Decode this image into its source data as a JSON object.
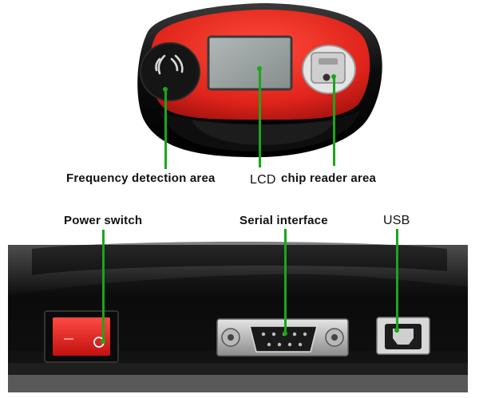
{
  "labels": {
    "frequency": "Frequency detection area",
    "lcd": "LCD",
    "chip": "chip reader area",
    "power": "Power switch",
    "serial": "Serial interface",
    "usb": "USB"
  },
  "colors": {
    "device_red": "#e0241b",
    "device_black": "#141414",
    "lcd_gray": "#9aa2a2",
    "callout_green": "#1aa71a",
    "switch_red": "#e8201c"
  },
  "icons": {
    "frequency": "wireless-waves-icon",
    "power": "rocker-switch-icon",
    "serial": "db9-port-icon",
    "usb": "usb-b-port-icon"
  }
}
